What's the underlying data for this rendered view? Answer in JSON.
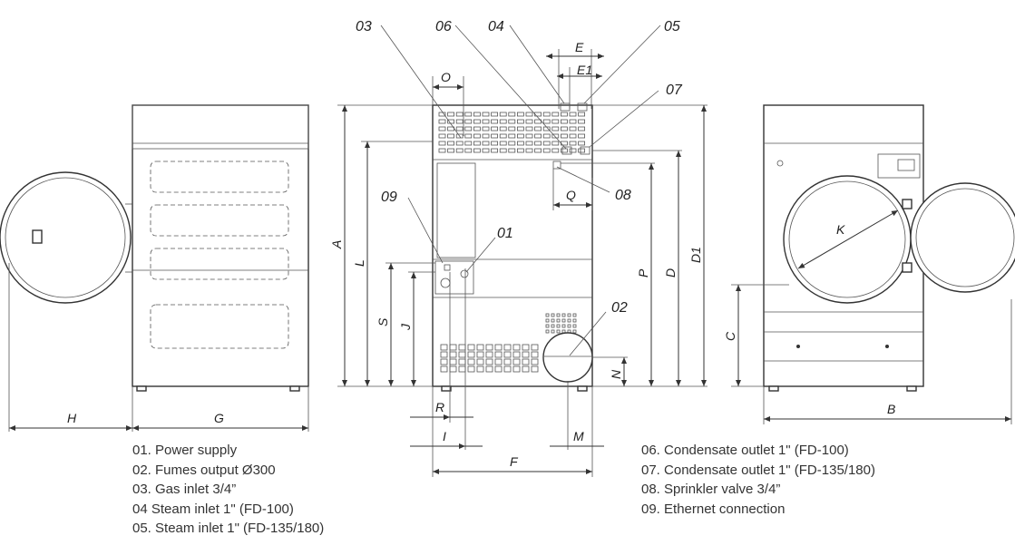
{
  "dimensions": {
    "A": "A",
    "L": "L",
    "S": "S",
    "J": "J",
    "P": "P",
    "D": "D",
    "D1": "D1",
    "O": "O",
    "E": "E",
    "E1": "E1",
    "Q": "Q",
    "R": "R",
    "I": "I",
    "F": "F",
    "M": "M",
    "N": "N",
    "H": "H",
    "G": "G",
    "C": "C",
    "B": "B",
    "K": "K"
  },
  "callouts": {
    "c01": "01",
    "c02": "02",
    "c03": "03",
    "c04": "04",
    "c05": "05",
    "c06": "06",
    "c07": "07",
    "c08": "08",
    "c09": "09"
  },
  "legend_left": [
    "01. Power supply",
    "02. Fumes output Ø300",
    "03. Gas inlet 3/4”",
    "04 Steam inlet 1\" (FD-100)",
    "05. Steam inlet 1\" (FD-135/180)"
  ],
  "legend_right": [
    "06. Condensate outlet 1\" (FD-100)",
    "07. Condensate outlet 1\" (FD-135/180)",
    "08. Sprinkler valve 3/4”",
    "09. Ethernet connection"
  ]
}
